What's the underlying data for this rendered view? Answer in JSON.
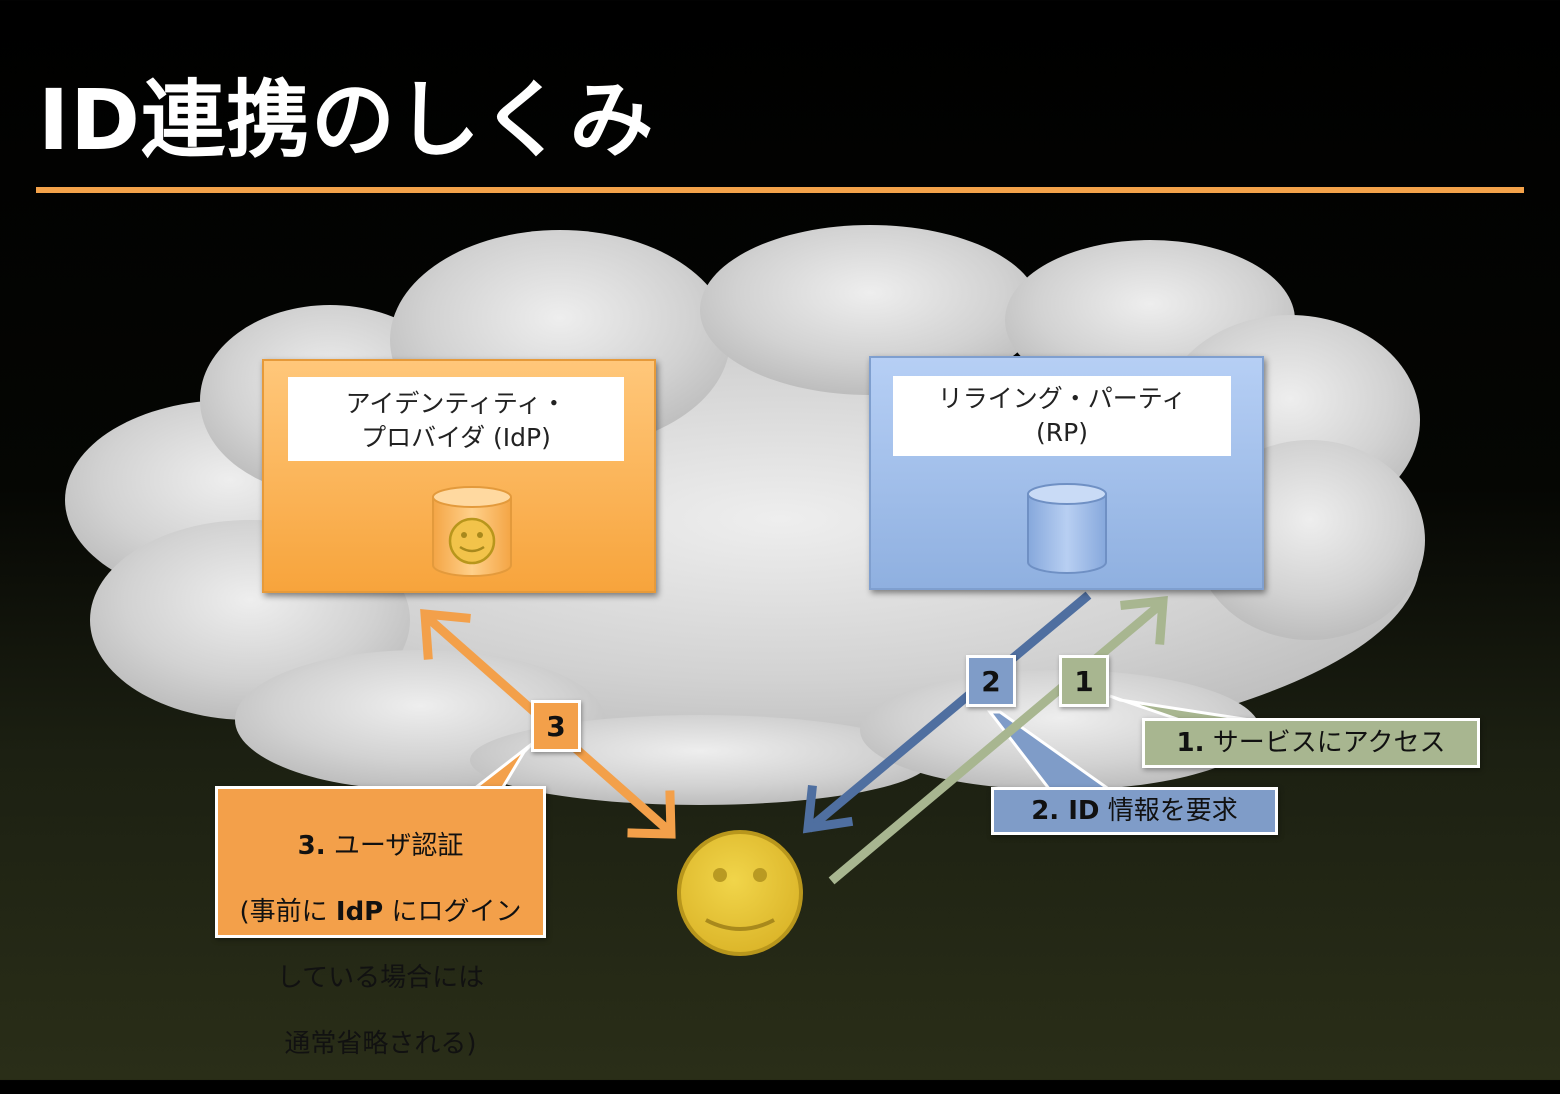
{
  "slide": {
    "title": "ID連携のしくみ"
  },
  "idp": {
    "label": "アイデンティティ・\nプロバイダ (IdP)"
  },
  "rp": {
    "label": "リライング・パーティ\n(RP)"
  },
  "badges": {
    "one": "1",
    "two": "2",
    "three": "3"
  },
  "callouts": {
    "access": {
      "num": "1.",
      "text": "サービスにアクセス"
    },
    "request": {
      "num": "2. ID",
      "text": "情報を要求"
    },
    "auth": {
      "num": "3.",
      "line1": "ユーザ認証",
      "line2_pre": "(事前に",
      "line2_bold": "IdP",
      "line2_post": "にログイン",
      "line3": "している場合には",
      "line4": "通常省略される)"
    }
  },
  "colors": {
    "accent_orange": "#f4a24a",
    "idp_orange": "#f7a43c",
    "rp_blue": "#8fb0e0",
    "arrow_blue": "#4f6fa0",
    "arrow_green": "#a8b690",
    "cloud_gray": "#c9c9c9",
    "face_yellow": "#e3bf2c"
  }
}
